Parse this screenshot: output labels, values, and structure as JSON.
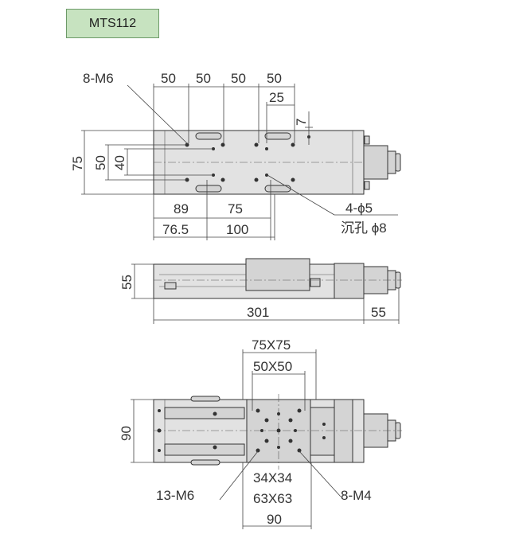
{
  "model": "MTS112",
  "top_view": {
    "thread_label": "8-M6",
    "pitch_labels": [
      "50",
      "50",
      "50",
      "50"
    ],
    "dim_25": "25",
    "dim_7": "7",
    "dim_75": "75",
    "dim_50": "50",
    "dim_40": "40",
    "dim_89": "89",
    "dim_75b": "75",
    "dim_765": "76.5",
    "dim_100": "100",
    "hole_label": "4-ϕ5",
    "counterbore_label": "沉孔 ϕ8"
  },
  "side_view": {
    "height": "55",
    "length": "301",
    "knob": "55"
  },
  "bottom_view": {
    "dim_75x75": "75X75",
    "dim_50x50": "50X50",
    "height": "90",
    "thread_13": "13-M6",
    "thread_8": "8-M4",
    "dim_34x34": "34X34",
    "dim_63x63": "63X63",
    "width": "90"
  }
}
